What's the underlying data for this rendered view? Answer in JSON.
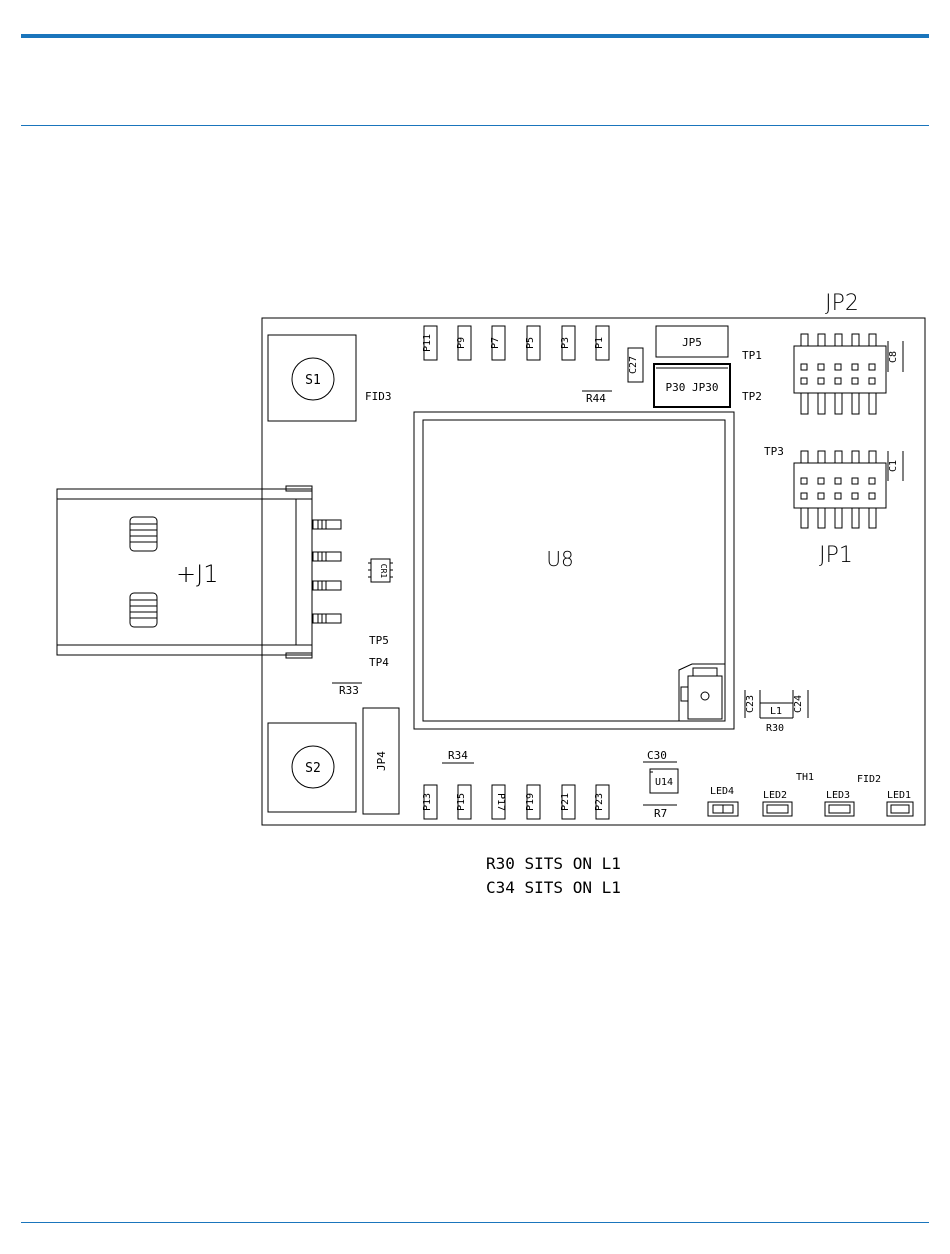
{
  "board": {
    "switches": [
      "S1",
      "S2"
    ],
    "connector": "+J1",
    "main_ic": "U8",
    "headers": [
      "JP2",
      "JP1"
    ],
    "pads_top": [
      "P11",
      "P9",
      "P7",
      "P5",
      "P3",
      "P1"
    ],
    "pads_bottom": [
      "P13",
      "P15",
      "P17",
      "P19",
      "P21",
      "P23"
    ],
    "jp5": "JP5",
    "jp30": "P30  JP30",
    "jp4": "JP4",
    "c27": "C27",
    "c8": "C8",
    "c1": "C1",
    "c23": "C23",
    "c24": "C24",
    "l1": "L1",
    "r30": "R30",
    "r44": "R44",
    "r33": "R33",
    "r34": "R34",
    "r7": "R7",
    "c30": "C30",
    "u14": "U14",
    "cr1": "CR1",
    "fid3": "FID3",
    "fid2": "FID2",
    "th1": "TH1",
    "tp1": "TP1",
    "tp2": "TP2",
    "tp3": "TP3",
    "tp4": "TP4",
    "tp5": "TP5",
    "leds": [
      "LED4",
      "LED2",
      "LED3",
      "LED1"
    ]
  },
  "notes": [
    "R30 SITS ON L1",
    "C34 SITS ON L1"
  ]
}
